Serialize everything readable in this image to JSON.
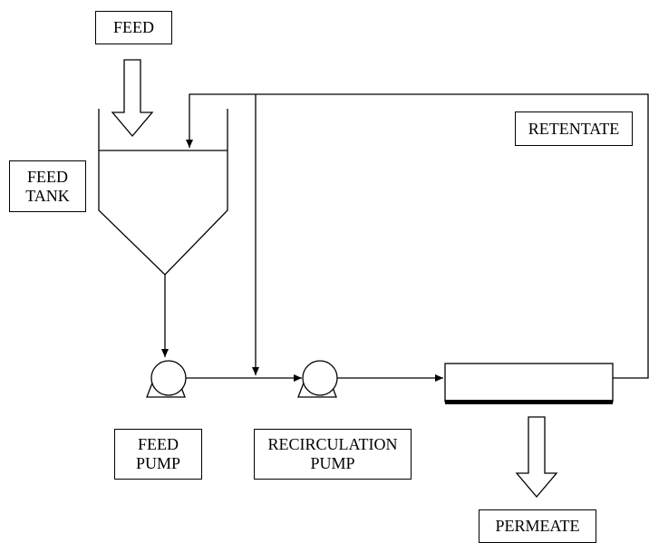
{
  "labels": {
    "feed": "FEED",
    "feed_tank": [
      "FEED",
      "TANK"
    ],
    "retentate": "RETENTATE",
    "feed_pump": [
      "FEED",
      "PUMP"
    ],
    "recirculation_pump": [
      "RECIRCULATION",
      "PUMP"
    ],
    "permeate": "PERMEATE"
  },
  "colors": {
    "stroke": "#000000",
    "background": "#ffffff"
  }
}
